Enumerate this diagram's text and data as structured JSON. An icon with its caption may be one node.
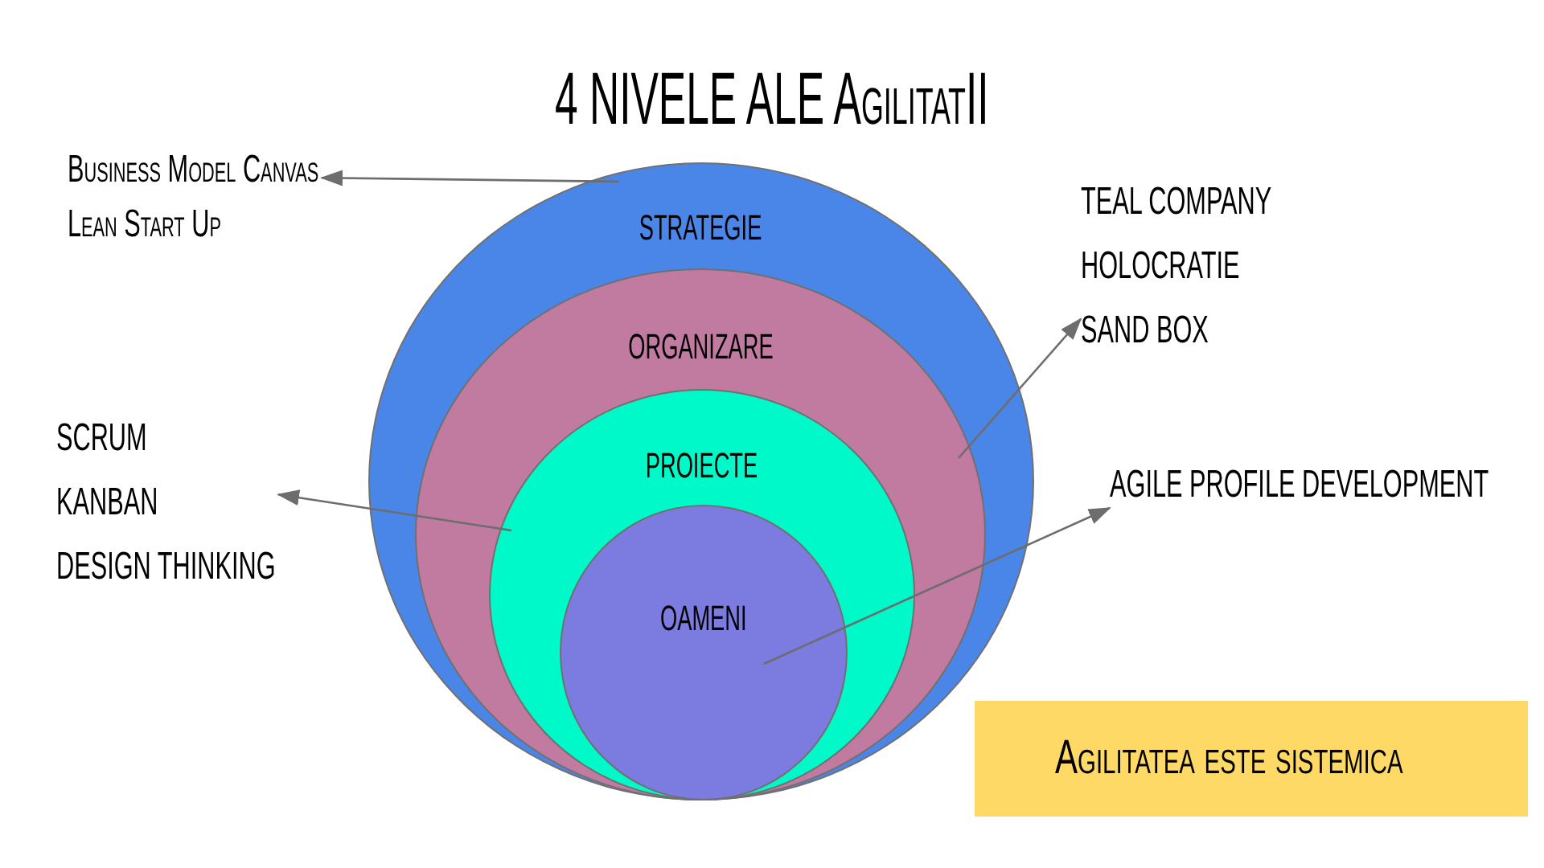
{
  "diagram": {
    "title": "4 NIVELE ALE AgilitatII",
    "nodes": [
      {
        "text": [
          "STRATEGIE"
        ]
      },
      {
        "text": [
          "ORGANIZARE"
        ],
        "in": 0
      },
      {
        "text": [
          "PROIECTE"
        ],
        "in": 1
      },
      {
        "text": [
          "OAMENI"
        ],
        "in": 2
      },
      {
        "text": [
          "Business Model Canvas",
          "Lean Start Up"
        ]
      },
      {
        "text": [
          "TEAL COMPANY",
          "HOLOCRATIE",
          "SAND BOX"
        ]
      },
      {
        "text": [
          "SCRUM",
          "KANBAN",
          "DESIGN THINKING"
        ]
      },
      {
        "text": [
          "AGILE PROFILE DEVELOPMENT"
        ]
      },
      {
        "text": [
          "Agilitatea este sistemica"
        ]
      }
    ],
    "edges": [
      {
        "from": 0,
        "to": 4,
        "arrow": "to"
      },
      {
        "from": 1,
        "to": 5,
        "arrow": "to"
      },
      {
        "from": 2,
        "to": 6,
        "arrow": "to"
      },
      {
        "from": 3,
        "to": 7,
        "arrow": "to"
      }
    ]
  }
}
